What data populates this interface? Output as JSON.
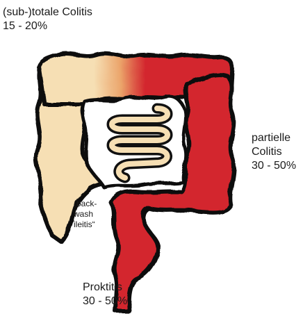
{
  "labels": {
    "total_colitis": {
      "name": "(sub-)totale Colitis",
      "range": "15 - 20%"
    },
    "partial_colitis": {
      "line1": "partielle",
      "line2": "Colitis",
      "range": "30 - 50%"
    },
    "proctitis": {
      "name": "Proktitis",
      "range": "30 - 50%"
    },
    "backwash": {
      "line1": "„back-",
      "line2": "wash",
      "line3": "ileitis“"
    }
  },
  "colors": {
    "beige": "#f6dfb4",
    "red": "#d3262e",
    "outline": "#111111"
  }
}
